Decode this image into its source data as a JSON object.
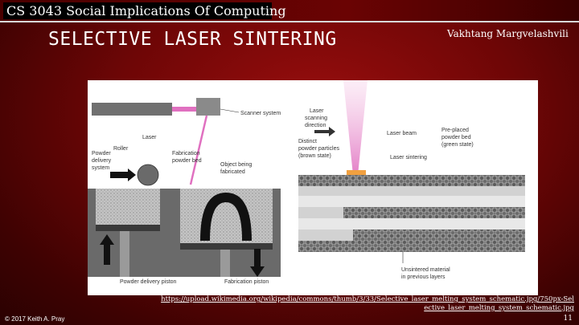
{
  "header": {
    "course_title": "CS 3043 Social Implications Of Computing"
  },
  "slide": {
    "title": "SELECTIVE LASER SINTERING",
    "author": "Vakhtang Margvelashvili"
  },
  "figure": {
    "left_labels": {
      "scanner": "Scanner system",
      "laser": "Laser",
      "roller": "Roller",
      "powder_delivery_1": "Powder",
      "powder_delivery_2": "delivery",
      "powder_delivery_3": "system",
      "fab_bed_1": "Fabrication",
      "fab_bed_2": "powder bed",
      "object_1": "Object being",
      "object_2": "fabricated",
      "delivery_piston": "Powder delivery piston",
      "fab_piston": "Fabrication piston"
    },
    "right_labels": {
      "scan_dir_1": "Laser",
      "scan_dir_2": "scanning",
      "scan_dir_3": "direction",
      "laser_beam": "Laser beam",
      "preplaced_1": "Pre-placed",
      "preplaced_2": "powder bed",
      "preplaced_3": "(green state)",
      "distinct_1": "Distinct",
      "distinct_2": "powder particles",
      "distinct_3": "(brown state)",
      "laser_sintering": "Laser sintering",
      "unsintered_1": "Unsintered material",
      "unsintered_2": "in previous layers"
    }
  },
  "footer": {
    "credit": "© 2017 Keith A. Pray",
    "source_url": "https://upload.wikimedia.org/wikipedia/commons/thumb/3/33/Selective_laser_melting_system_schematic.jpg/750px-Selective_laser_melting_system_schematic.jpg",
    "page_number": "11"
  },
  "colors": {
    "background": "#6e0606",
    "laser": "#e070c0",
    "powder": "#b8b8b8",
    "machine": "#555555"
  }
}
